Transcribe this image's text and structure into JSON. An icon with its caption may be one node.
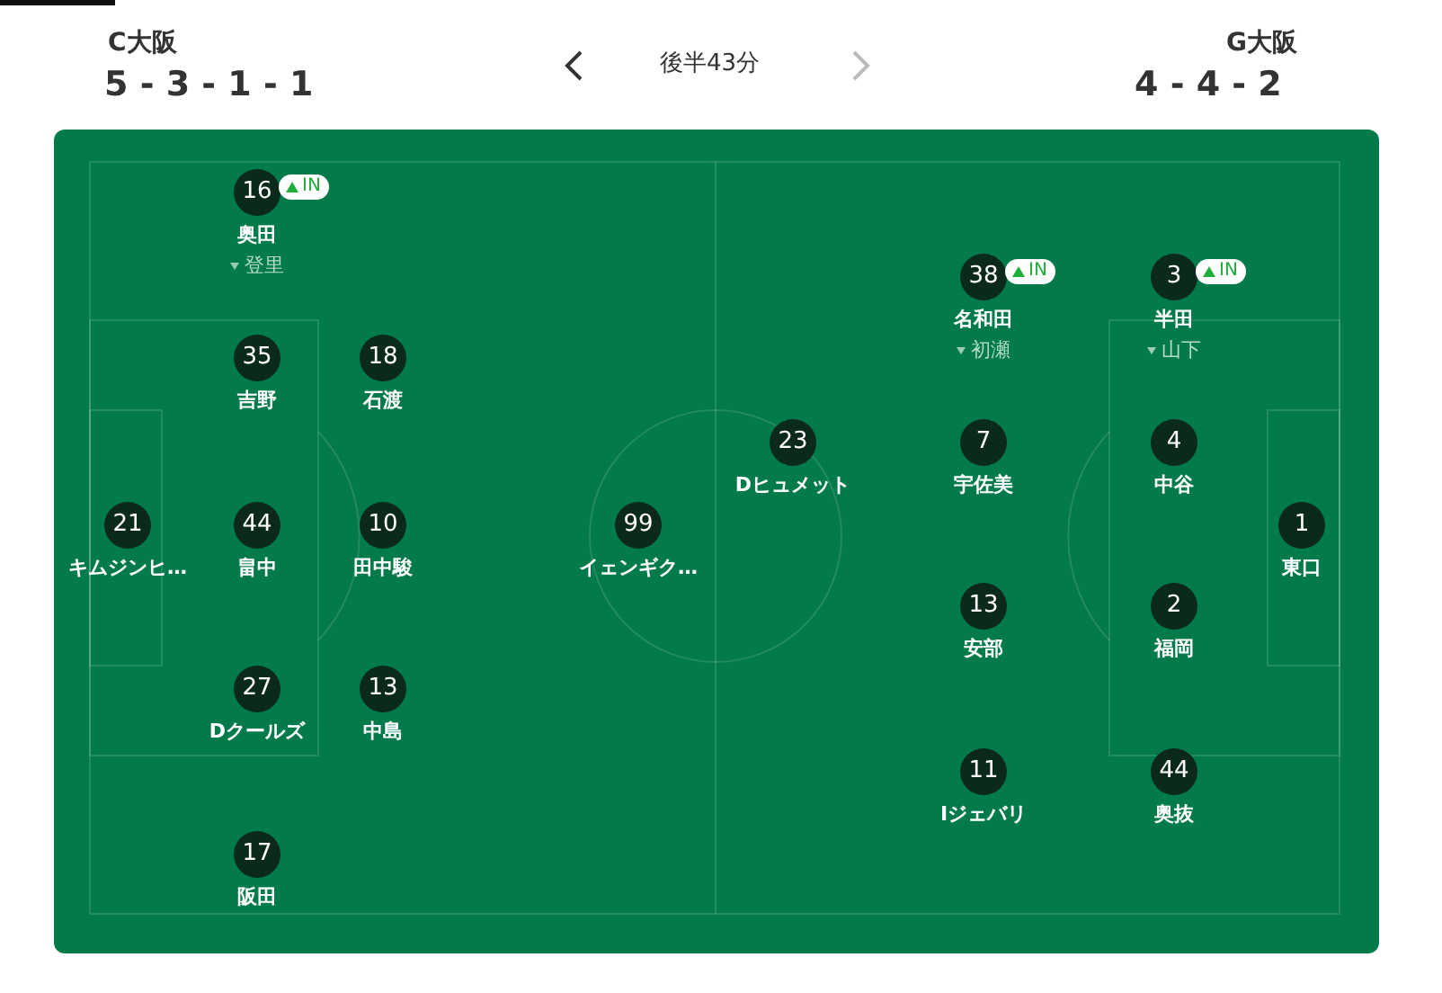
{
  "diagram": {
    "nodes": [
      {
        "text": [
          "16"
        ],
        "beside": [
          "IN",
          "奥田",
          "登里"
        ]
      },
      {
        "text": [
          "35"
        ],
        "beside": [
          "吉野"
        ]
      },
      {
        "text": [
          "18"
        ],
        "beside": [
          "石渡"
        ]
      },
      {
        "text": [
          "21"
        ],
        "beside": [
          "キムジンヒ…"
        ]
      },
      {
        "text": [
          "44"
        ],
        "beside": [
          "畠中"
        ]
      },
      {
        "text": [
          "10"
        ],
        "beside": [
          "田中駿"
        ]
      },
      {
        "text": [
          "99"
        ],
        "beside": [
          "イェンギク…"
        ]
      },
      {
        "text": [
          "27"
        ],
        "beside": [
          "Dクールズ"
        ]
      },
      {
        "text": [
          "13"
        ],
        "beside": [
          "中島"
        ]
      },
      {
        "text": [
          "17"
        ],
        "beside": [
          "阪田"
        ]
      },
      {
        "text": [
          "38"
        ],
        "beside": [
          "IN",
          "名和田",
          "初瀬"
        ]
      },
      {
        "text": [
          "3"
        ],
        "beside": [
          "IN",
          "半田",
          "山下"
        ]
      },
      {
        "text": [
          "23"
        ],
        "beside": [
          "Dヒュメット"
        ]
      },
      {
        "text": [
          "7"
        ],
        "beside": [
          "宇佐美"
        ]
      },
      {
        "text": [
          "4"
        ],
        "beside": [
          "中谷"
        ]
      },
      {
        "text": [
          "1"
        ],
        "beside": [
          "東口"
        ]
      },
      {
        "text": [
          "13"
        ],
        "beside": [
          "安部"
        ]
      },
      {
        "text": [
          "2"
        ],
        "beside": [
          "福岡"
        ]
      },
      {
        "text": [
          "11"
        ],
        "beside": [
          "Iジェバリ"
        ]
      },
      {
        "text": [
          "44"
        ],
        "beside": [
          "奥抜"
        ]
      }
    ],
    "edges": [],
    "labels": [
      "C大阪",
      "5 - 3 - 1 - 1",
      "後半43分",
      "G大阪",
      "4 - 4 - 2"
    ]
  }
}
